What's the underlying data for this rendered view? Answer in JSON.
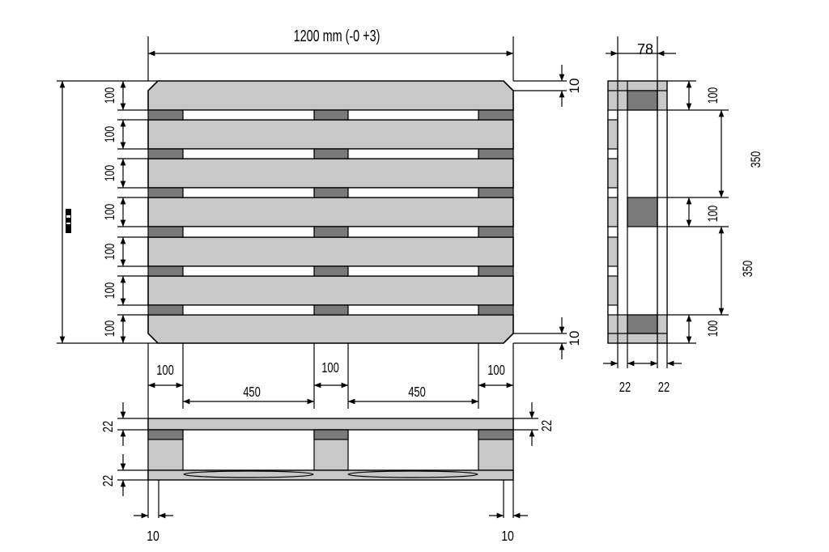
{
  "colors": {
    "board": "#c8c8c8",
    "block": "#7a7a7a",
    "line": "#000000",
    "background": "#ffffff"
  },
  "labels": {
    "top_width": "1200 mm (-0 +3)",
    "side_depth": "78",
    "board_widths": [
      "100",
      "100",
      "100",
      "100",
      "100",
      "100",
      "100"
    ],
    "edge_gap_top": "10",
    "edge_gap_bottom": "10",
    "side_right": [
      "100",
      "350",
      "100",
      "350",
      "100"
    ],
    "side_bottom": [
      "22",
      "22"
    ],
    "block_width_left": "100",
    "block_width_mid": "100",
    "block_width_right": "100",
    "span_left": "450",
    "span_right": "450",
    "front_left_top": "22",
    "front_left_bottom": "22",
    "front_right": "22",
    "bottom_left": "10",
    "bottom_right": "10"
  }
}
